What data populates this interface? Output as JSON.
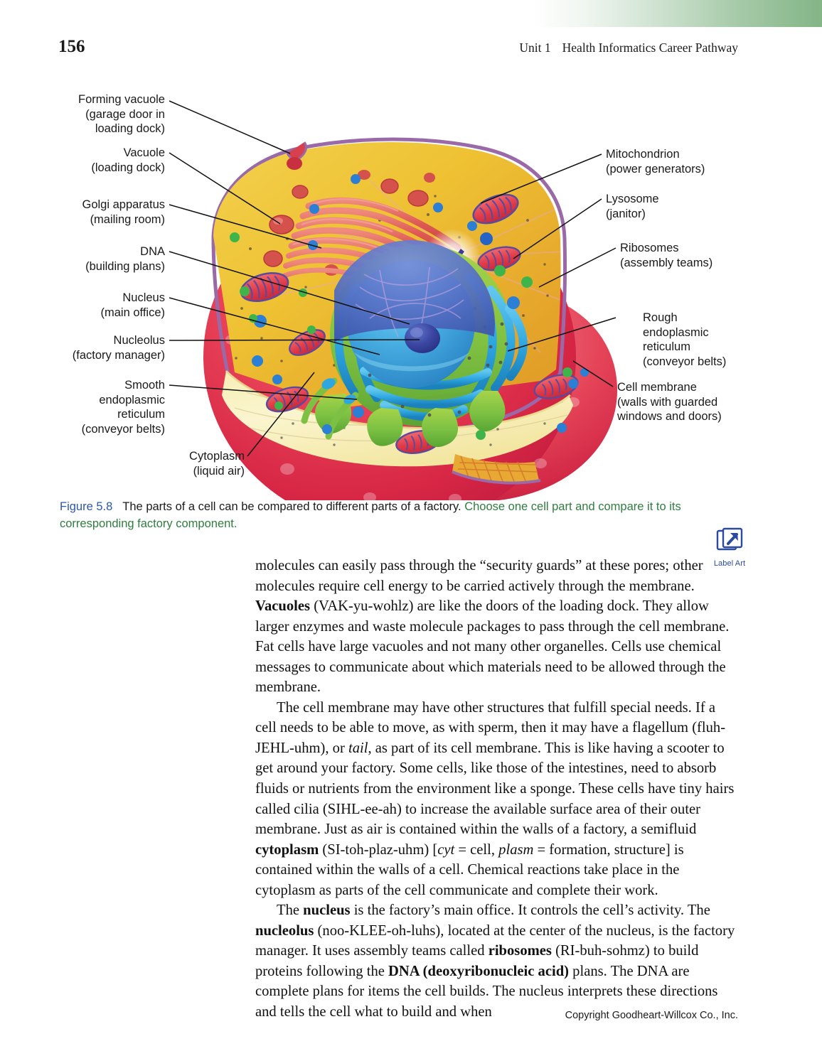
{
  "page": {
    "folio": "156",
    "running_head_unit": "Unit 1",
    "running_head_title": "Health Informatics Career Pathway",
    "footer": "Copyright Goodheart-Willcox Co., Inc."
  },
  "figure": {
    "number": "Figure 5.8",
    "caption_body": "The parts of a cell can be compared to different parts of a factory.",
    "caption_prompt": "Choose one cell part and compare it to its corresponding factory component.",
    "label_art": {
      "text": "Label Art",
      "icon": "external-link-arrow-icon",
      "color": "#2c4a9e"
    },
    "alt": "Cutaway illustration of an animal cell compared to a factory",
    "colors": {
      "membrane_red": "#e03a4e",
      "membrane_red_dark": "#c9283f",
      "membrane_rim_purple": "#9a6aa8",
      "cytoplasm_gold": "#efc33c",
      "cytoplasm_gold_deep": "#e0a32c",
      "cytoplasm_floor_pale": "#f7eeb0",
      "golgi_red": "#d9544f",
      "nucleus_blue": "#3fa9dd",
      "nucleolus_blue": "#3b4fa8",
      "er_green": "#7cc143",
      "er_blue": "#29a9e0",
      "mitochondria_red": "#e3484f",
      "mitochondria_outline": "#5b4a9e",
      "lysosome_green": "#3fb44a",
      "vesicle_blue": "#2b7fd4",
      "centriole_purple": "#3f3f9e",
      "leader_line": "#111111"
    },
    "labels_left": [
      {
        "id": "forming-vacuole",
        "lines": [
          "Forming vacuole",
          "(garage door in",
          "loading dock)"
        ]
      },
      {
        "id": "vacuole",
        "lines": [
          "Vacuole",
          "(loading dock)"
        ]
      },
      {
        "id": "golgi-apparatus",
        "lines": [
          "Golgi apparatus",
          "(mailing room)"
        ]
      },
      {
        "id": "dna",
        "lines": [
          "DNA",
          "(building plans)"
        ]
      },
      {
        "id": "nucleus",
        "lines": [
          "Nucleus",
          "(main office)"
        ]
      },
      {
        "id": "nucleolus",
        "lines": [
          "Nucleolus",
          "(factory manager)"
        ]
      },
      {
        "id": "smooth-er",
        "lines": [
          "Smooth",
          "endoplasmic",
          "reticulum",
          "(conveyor belts)"
        ]
      },
      {
        "id": "cytoplasm",
        "lines": [
          "Cytoplasm",
          "(liquid air)"
        ]
      }
    ],
    "labels_right": [
      {
        "id": "mitochondrion",
        "lines": [
          "Mitochondrion",
          "(power generators)"
        ]
      },
      {
        "id": "lysosome",
        "lines": [
          "Lysosome",
          "(janitor)"
        ]
      },
      {
        "id": "ribosomes",
        "lines": [
          "Ribosomes",
          "(assembly teams)"
        ]
      },
      {
        "id": "rough-er",
        "lines": [
          "Rough",
          "endoplasmic",
          "reticulum",
          "(conveyor belts)"
        ]
      },
      {
        "id": "cell-membrane",
        "lines": [
          "Cell membrane",
          "(walls with guarded",
          "windows and doors)"
        ]
      }
    ]
  },
  "body": {
    "p1": {
      "a": "molecules can easily pass through the “security guards” at these pores; other molecules require cell energy to be carried actively through the membrane. ",
      "b1": "Vacuoles",
      "b": " (VAK-yu-wohlz) are like the doors of the loading dock. They allow larger enzymes and waste molecule packages to pass through the cell membrane. Fat cells have large vacuoles and not many other organelles. Cells use chemical messages to communicate about which materials need to be allowed through the membrane."
    },
    "p2": {
      "a": "The cell membrane may have other structures that fulfill special needs. If a cell needs to be able to move, as with sperm, then it may have a flagellum (fluh-JEHL-uhm), or ",
      "i1": "tail",
      "b": ", as part of its cell membrane. This is like having a scooter to get around your factory. Some cells, like those of the intestines, need to absorb fluids or nutrients from the environment like a sponge. These cells have tiny hairs called cilia (SIHL-ee-ah) to increase the available surface area of their outer membrane. Just as air is contained within the walls of a factory, a semifluid ",
      "b1": "cytoplasm",
      "c": " (SI-toh-plaz-uhm) [",
      "i2": "cyt",
      "d": " = cell, ",
      "i3": "plasm",
      "e": " = formation, structure] is contained within the walls of a cell. Chemical reactions take place in the cytoplasm as parts of the cell communicate and complete their work."
    },
    "p3": {
      "a": "The ",
      "b1": "nucleus",
      "b": " is the factory’s main office. It controls the cell’s activity. The ",
      "b2": "nucleolus",
      "c": " (noo-KLEE-oh-luhs), located at the center of the nucleus, is the factory manager. It uses assembly teams called ",
      "b3": "ribosomes",
      "d": " (RI-buh-sohmz) to build proteins following the ",
      "b4": "DNA (deoxyribonucleic acid)",
      "e": " plans. The DNA are complete plans for items the cell builds. The nucleus interprets these directions and tells the cell what to build and when"
    }
  }
}
